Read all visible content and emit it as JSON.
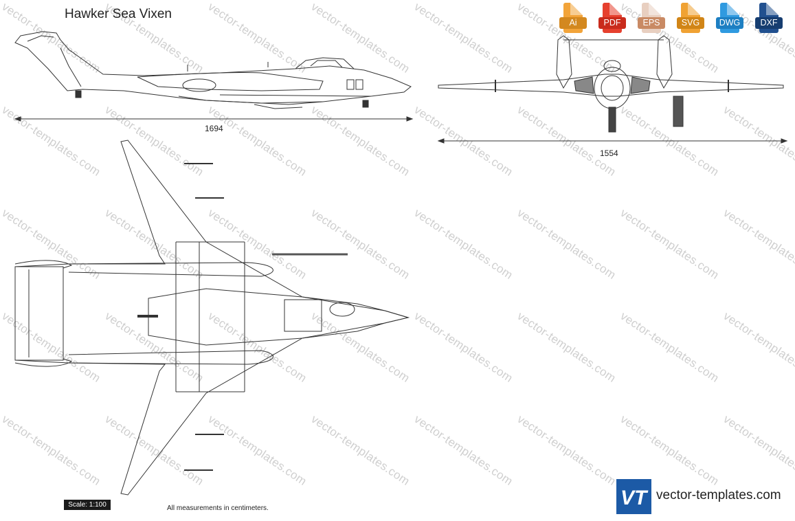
{
  "title": "Hawker Sea Vixen",
  "dimensions": {
    "side_length": "1694",
    "front_span": "1554"
  },
  "scale_label": "Scale: 1:100",
  "measurement_note": "All measurements in centimeters.",
  "formats": [
    {
      "label": "Ai",
      "color": "#f2a43a",
      "dark": "#d3881f"
    },
    {
      "label": "PDF",
      "color": "#e6402e",
      "dark": "#c92b1c"
    },
    {
      "label": "EPS",
      "color": "#e8cfc0",
      "dark": "#c98a64"
    },
    {
      "label": "SVG",
      "color": "#f0a233",
      "dark": "#d18517"
    },
    {
      "label": "DWG",
      "color": "#2f9ae0",
      "dark": "#1d7fc2"
    },
    {
      "label": "DXF",
      "color": "#21508f",
      "dark": "#163d70"
    }
  ],
  "logo": {
    "mark": "VT",
    "site": "vector-templates.com"
  },
  "watermark": "vector-templates.com"
}
